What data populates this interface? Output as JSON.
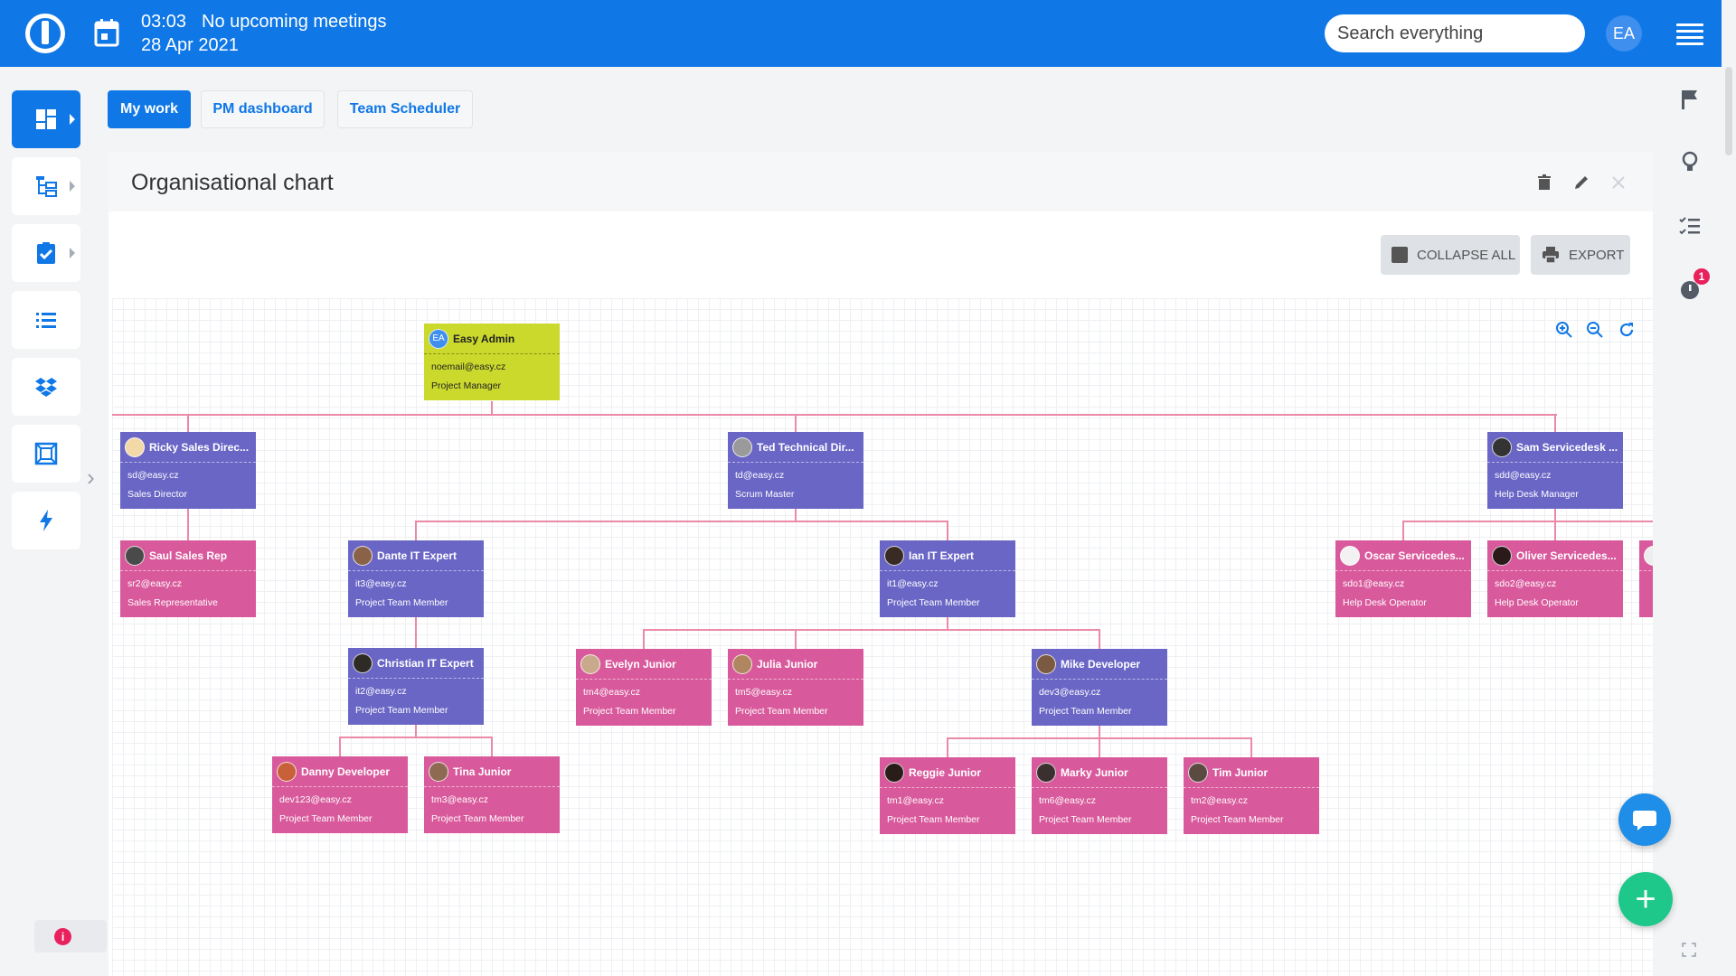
{
  "header": {
    "time": "03:03",
    "meetings": "No upcoming meetings",
    "date": "28 Apr 2021",
    "search_placeholder": "Search everything",
    "user_initials": "EA"
  },
  "tabs": [
    {
      "label": "My work",
      "active": true
    },
    {
      "label": "PM dashboard",
      "active": false
    },
    {
      "label": "Team Scheduler",
      "active": false
    }
  ],
  "panel": {
    "title": "Organisational chart",
    "collapse_label": "COLLAPSE ALL",
    "export_label": "EXPORT"
  },
  "org": {
    "easy_admin": {
      "name": "Easy Admin",
      "initials": "EA",
      "email": "noemail@easy.cz",
      "role": "Project Manager"
    },
    "ricky": {
      "name": "Ricky Sales Direc...",
      "email": "sd@easy.cz",
      "role": "Sales Director"
    },
    "ted": {
      "name": "Ted Technical Dir...",
      "email": "td@easy.cz",
      "role": "Scrum Master"
    },
    "sam": {
      "name": "Sam Servicedesk ...",
      "email": "sdd@easy.cz",
      "role": "Help Desk Manager"
    },
    "saul": {
      "name": "Saul Sales Rep",
      "email": "sr2@easy.cz",
      "role": "Sales Representative"
    },
    "dante": {
      "name": "Dante IT Expert",
      "email": "it3@easy.cz",
      "role": "Project Team Member"
    },
    "ian": {
      "name": "Ian IT Expert",
      "email": "it1@easy.cz",
      "role": "Project Team Member"
    },
    "oscar": {
      "name": "Oscar Servicedes...",
      "email": "sdo1@easy.cz",
      "role": "Help Desk Operator"
    },
    "oliver": {
      "name": "Oliver Servicedes...",
      "email": "sdo2@easy.cz",
      "role": "Help Desk Operator"
    },
    "christian": {
      "name": "Christian IT Expert",
      "email": "it2@easy.cz",
      "role": "Project Team Member"
    },
    "evelyn": {
      "name": "Evelyn Junior",
      "email": "tm4@easy.cz",
      "role": "Project Team Member"
    },
    "julia": {
      "name": "Julia Junior",
      "email": "tm5@easy.cz",
      "role": "Project Team Member"
    },
    "mike": {
      "name": "Mike Developer",
      "email": "dev3@easy.cz",
      "role": "Project Team Member"
    },
    "danny": {
      "name": "Danny Developer",
      "email": "dev123@easy.cz",
      "role": "Project Team Member"
    },
    "tina": {
      "name": "Tina Junior",
      "email": "tm3@easy.cz",
      "role": "Project Team Member"
    },
    "reggie": {
      "name": "Reggie Junior",
      "email": "tm1@easy.cz",
      "role": "Project Team Member"
    },
    "marky": {
      "name": "Marky Junior",
      "email": "tm6@easy.cz",
      "role": "Project Team Member"
    },
    "tim": {
      "name": "Tim Junior",
      "email": "tm2@easy.cz",
      "role": "Project Team Member"
    }
  },
  "notifications": {
    "timer_count": "1",
    "info": "i"
  },
  "colors": {
    "brand": "#0f77e6",
    "purple_card": "#6a66c6",
    "pink_card": "#d95a9c",
    "lime_card": "#cbd92c",
    "connector": "#eb8aa7"
  }
}
